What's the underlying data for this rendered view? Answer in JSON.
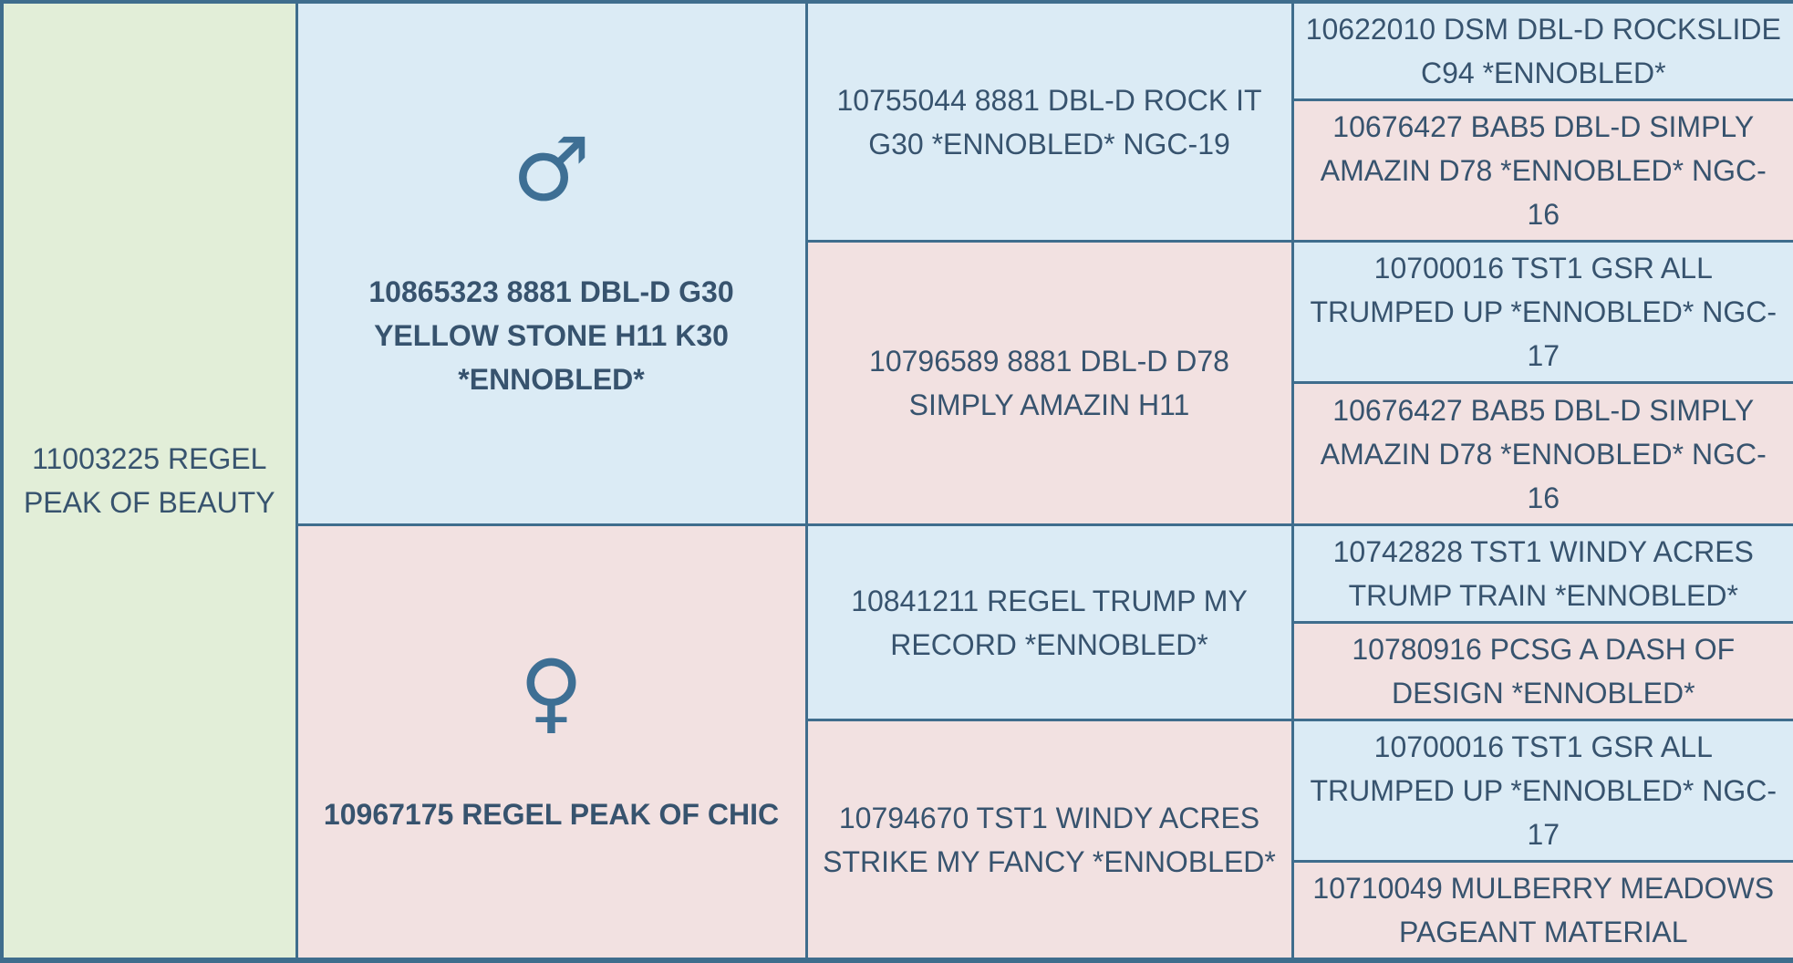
{
  "colors": {
    "border": "#3f6d8d",
    "text": "#37536e",
    "symbol": "#3e6f94",
    "male_bg": "#dbebf5",
    "female_bg": "#f2e1e1",
    "subject_bg": "#e2eed8"
  },
  "pedigree": {
    "subject": {
      "name": "11003225 REGEL\nPEAK OF BEAUTY"
    },
    "sire": {
      "sex": "male",
      "symbol": "♂",
      "name": "10865323 8881 DBL-D G30\nYELLOW STONE H11 K30\n*ENNOBLED*"
    },
    "dam": {
      "sex": "female",
      "symbol": "♀",
      "name": "10967175 REGEL PEAK OF CHIC"
    },
    "grandparents": [
      {
        "sex": "male",
        "name": "10755044 8881 DBL-D ROCK IT\nG30 *ENNOBLED* NGC-19"
      },
      {
        "sex": "female",
        "name": "10796589 8881 DBL-D D78\nSIMPLY AMAZIN H11"
      },
      {
        "sex": "male",
        "name": "10841211 REGEL TRUMP MY\nRECORD *ENNOBLED*"
      },
      {
        "sex": "female",
        "name": "10794670 TST1 WINDY ACRES\nSTRIKE MY FANCY *ENNOBLED*"
      }
    ],
    "great_grandparents": [
      {
        "sex": "male",
        "name": "10622010 DSM DBL-D ROCKSLIDE\nC94 *ENNOBLED*"
      },
      {
        "sex": "female",
        "name": "10676427 BAB5 DBL-D SIMPLY\nAMAZIN D78 *ENNOBLED* NGC-\n16"
      },
      {
        "sex": "male",
        "name": "10700016 TST1 GSR ALL\nTRUMPED UP *ENNOBLED* NGC-\n17"
      },
      {
        "sex": "female",
        "name": "10676427 BAB5 DBL-D SIMPLY\nAMAZIN D78 *ENNOBLED* NGC-\n16"
      },
      {
        "sex": "male",
        "name": "10742828 TST1 WINDY ACRES\nTRUMP TRAIN *ENNOBLED*"
      },
      {
        "sex": "female",
        "name": "10780916 PCSG A DASH OF\nDESIGN *ENNOBLED*"
      },
      {
        "sex": "male",
        "name": "10700016 TST1 GSR ALL\nTRUMPED UP *ENNOBLED* NGC-\n17"
      },
      {
        "sex": "female",
        "name": "10710049 MULBERRY MEADOWS\nPAGEANT MATERIAL"
      }
    ]
  }
}
